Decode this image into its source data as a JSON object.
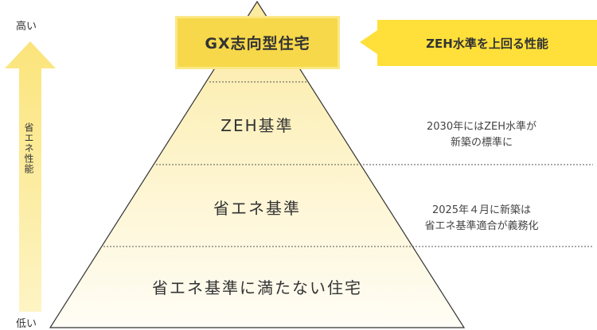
{
  "axis": {
    "high_label": "高い",
    "low_label": "低い",
    "axis_title": "省エネ性能"
  },
  "pyramid": {
    "top": "GX志向型住宅",
    "level2": "ZEH基準",
    "level3": "省エネ基準",
    "level4": "省エネ基準に満たない住宅"
  },
  "callout": {
    "text": "ZEH水準を上回る性能"
  },
  "notes": {
    "zeh_line1": "2030年にはZEH水準が",
    "zeh_line2": "新築の標準に",
    "shoene_line1": "2025年４月に新築は",
    "shoene_line2": "省エネ基準適合が義務化"
  },
  "colors": {
    "accent_yellow": "#ffe03a",
    "top_box": "#f7d84a",
    "arrow": "#fbe886"
  }
}
